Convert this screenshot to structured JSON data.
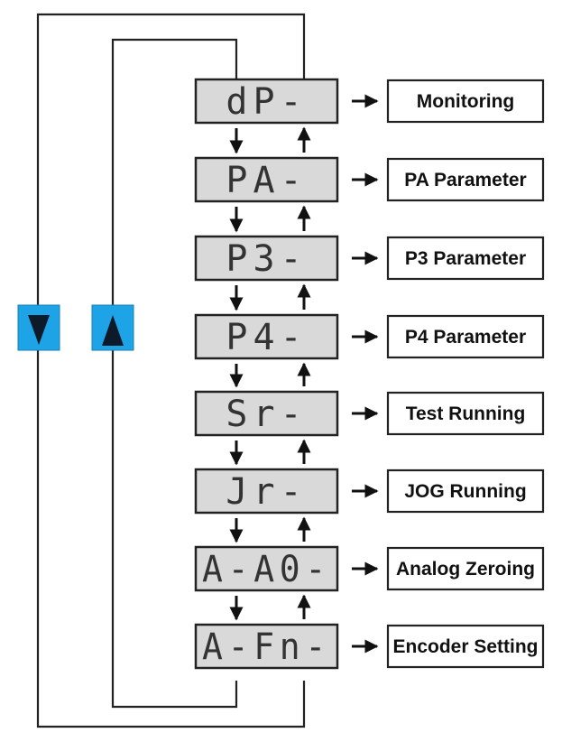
{
  "colors": {
    "display_fill": "#d9d9d9",
    "box_stroke": "#222222",
    "button_fill": "#1ea3e6",
    "line": "#222222",
    "arrow": "#111111"
  },
  "buttons": {
    "down_icon": "down-triangle-icon",
    "up_icon": "up-triangle-icon"
  },
  "modes": [
    {
      "display": "dP-",
      "label": "Monitoring"
    },
    {
      "display": "PA-",
      "label": "PA Parameter"
    },
    {
      "display": "P3-",
      "label": "P3 Parameter"
    },
    {
      "display": "P4-",
      "label": "P4 Parameter"
    },
    {
      "display": "Sr-",
      "label": "Test Running"
    },
    {
      "display": "Jr-",
      "label": "JOG Running"
    },
    {
      "display": "A-A0-",
      "label": "Analog Zeroing"
    },
    {
      "display": "A-Fn-",
      "label": "Encoder Setting"
    }
  ]
}
